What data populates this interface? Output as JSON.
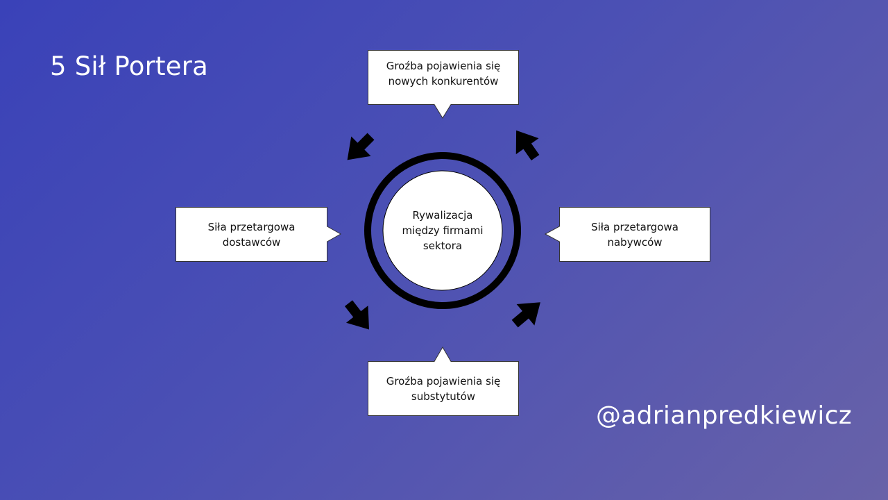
{
  "slide": {
    "title": "5 Sił Portera",
    "handle": "@adrianpredkiewicz"
  },
  "diagram": {
    "center": {
      "lines": [
        "Rywalizacja",
        "między firmami",
        "sektora"
      ]
    },
    "top": {
      "lines": [
        "Groźba pojawienia się",
        "nowych konkurentów"
      ]
    },
    "left": {
      "lines": [
        "Siła przetargowa",
        "dostawców"
      ]
    },
    "right": {
      "lines": [
        "Siła przetargowa",
        "nabywców"
      ]
    },
    "bottom": {
      "lines": [
        "Groźba pojawienia się",
        "substytutów"
      ]
    }
  },
  "colors": {
    "background_start": "#3a42b8",
    "background_end": "#6862a8",
    "box_fill": "#ffffff",
    "ring": "#000000",
    "arrow": "#000000"
  },
  "icons": [
    "arrow-down-left-icon",
    "arrow-up-right-icon",
    "arrow-down-right-icon",
    "arrow-up-left-icon"
  ]
}
